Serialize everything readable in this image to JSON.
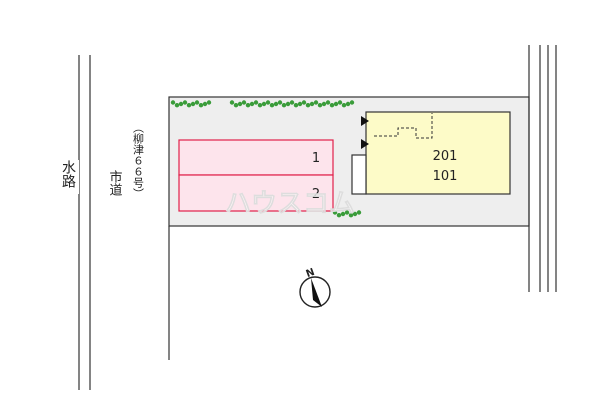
{
  "map": {
    "waterway_label": "水路",
    "road_label": "市道",
    "road_sub_label": "（柳津６６号）",
    "parking": [
      {
        "number": "1"
      },
      {
        "number": "2"
      }
    ],
    "building": {
      "upper_unit": "201",
      "lower_unit": "101"
    },
    "north_label": "N",
    "watermark": "ハウスコム",
    "colors": {
      "parking_fill": "#fde4ec",
      "parking_border": "#e0204a",
      "building_fill": "#fdfbc8",
      "lot_fill": "#eeeeee",
      "hedge": "#3a9c3a",
      "line": "#333333"
    }
  }
}
